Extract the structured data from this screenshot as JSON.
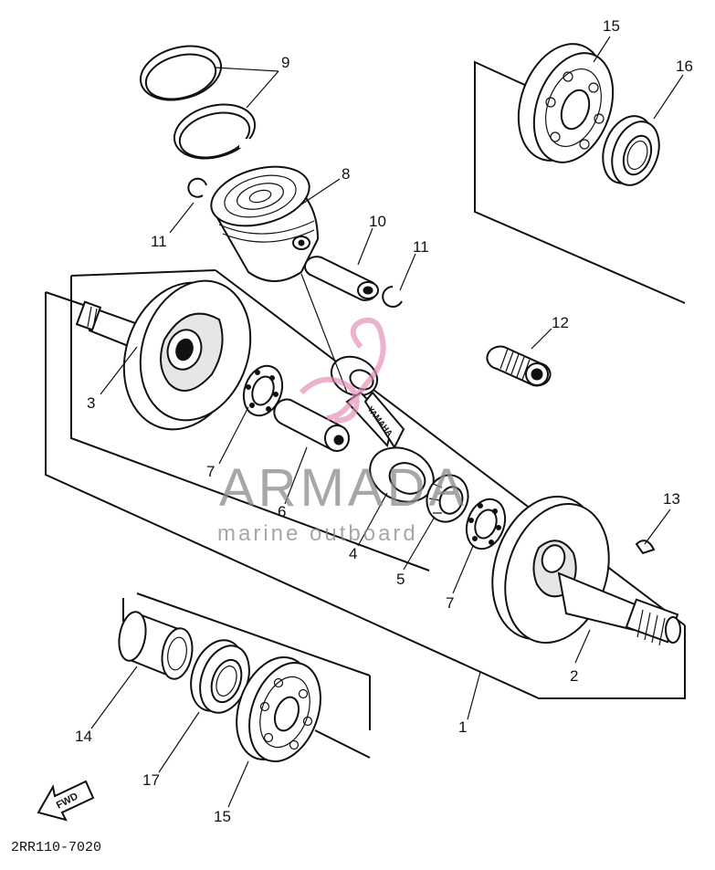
{
  "diagram": {
    "reference_code": "2RR110-7020",
    "fwd_label": "FWD",
    "rod_marking": "YAMAHA",
    "watermark": {
      "brand": "ARMADA",
      "tagline": "marine outboard",
      "color": "#8a8a8a",
      "logo_color": "#e28ab4"
    },
    "callouts": {
      "c1": "1",
      "c2": "2",
      "c3": "3",
      "c4": "4",
      "c5": "5",
      "c6": "6",
      "c7a": "7",
      "c7b": "7",
      "c8": "8",
      "c9": "9",
      "c10": "10",
      "c11a": "11",
      "c11b": "11",
      "c12": "12",
      "c13": "13",
      "c14": "14",
      "c15a": "15",
      "c15b": "15",
      "c16": "16",
      "c17": "17"
    }
  }
}
